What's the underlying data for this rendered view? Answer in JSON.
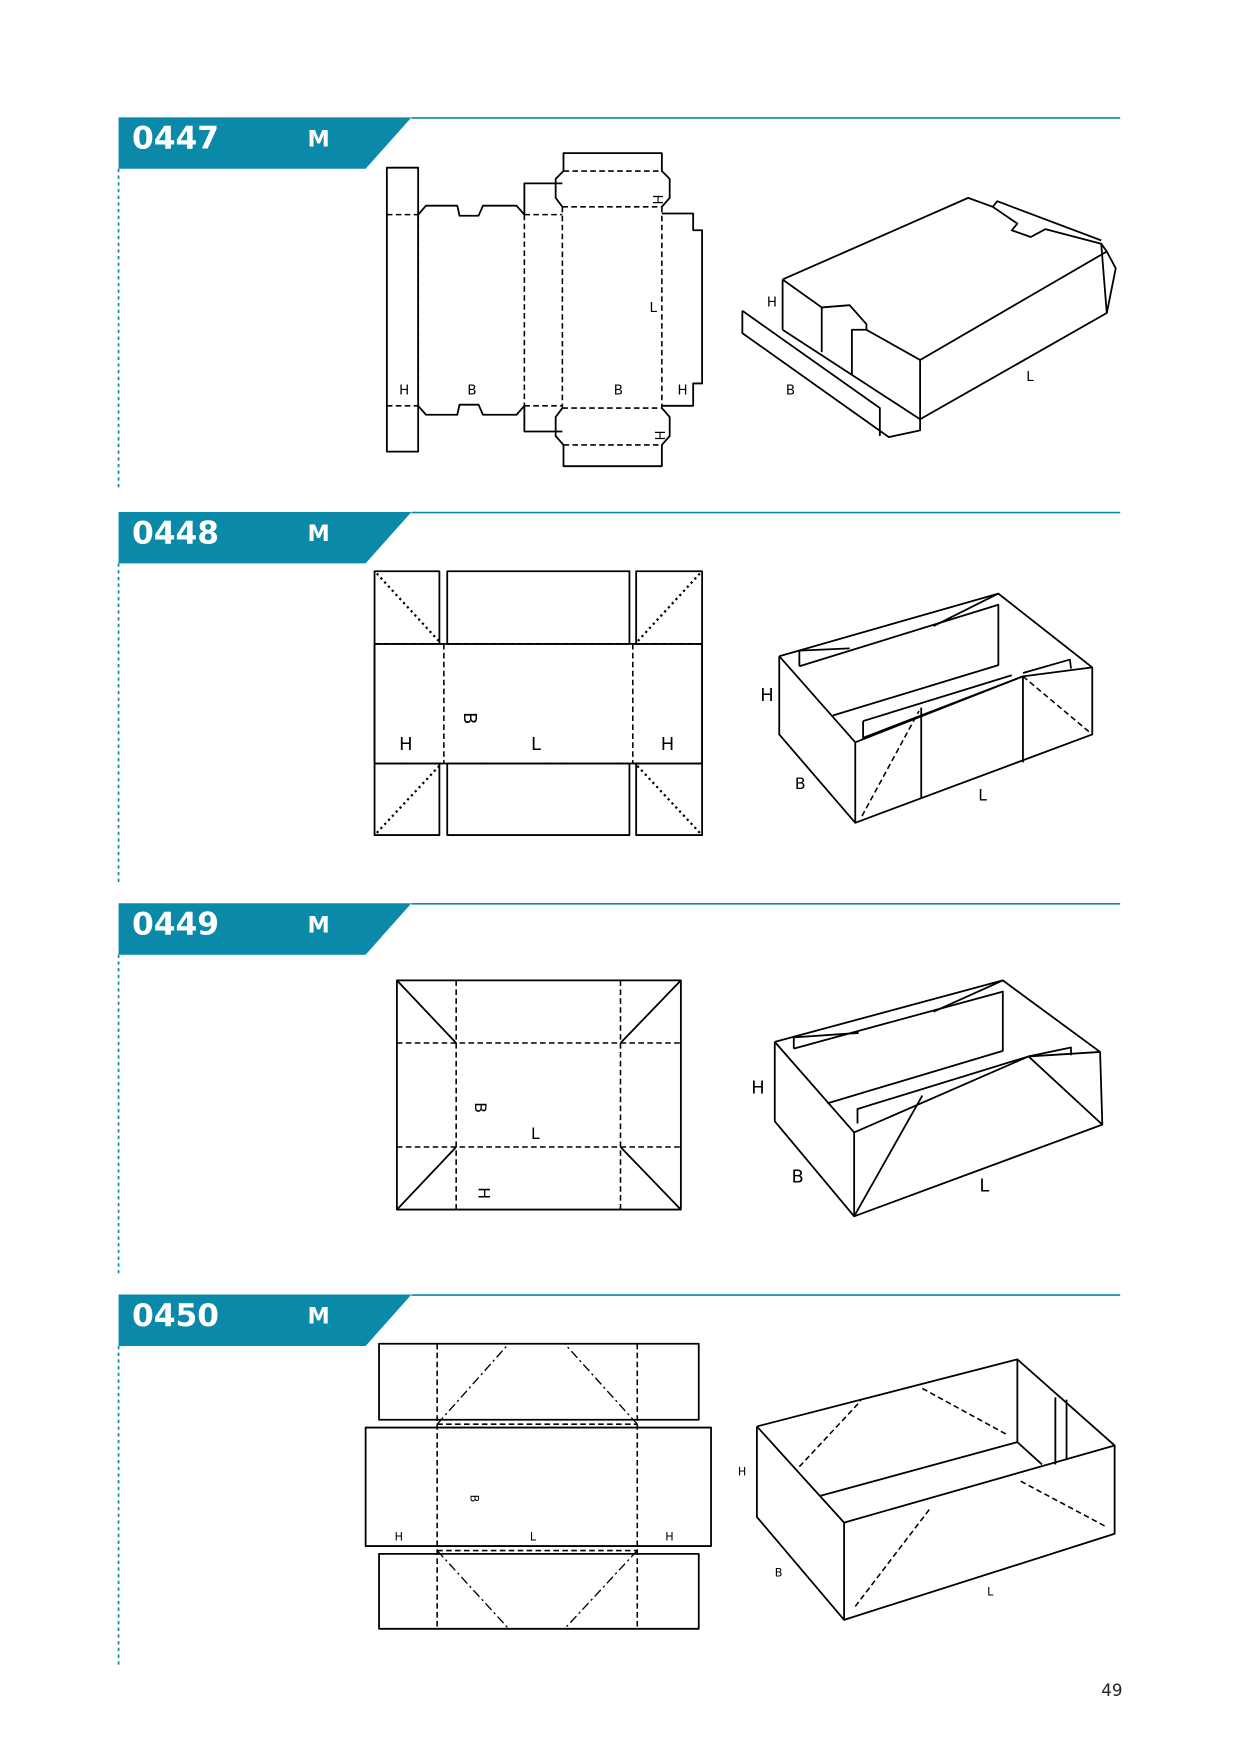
{
  "accent_color": "#0a89a8",
  "sections": [
    {
      "code": "0447",
      "material": "M",
      "labels": {
        "h": "H",
        "b": "B",
        "l": "L"
      }
    },
    {
      "code": "0448",
      "material": "M",
      "labels": {
        "h": "H",
        "b": "B",
        "l": "L"
      }
    },
    {
      "code": "0449",
      "material": "M",
      "labels": {
        "h": "H",
        "b": "B",
        "l": "L"
      }
    },
    {
      "code": "0450",
      "material": "M",
      "labels": {
        "h": "H",
        "b": "B",
        "l": "L"
      }
    }
  ],
  "page_number": "49"
}
